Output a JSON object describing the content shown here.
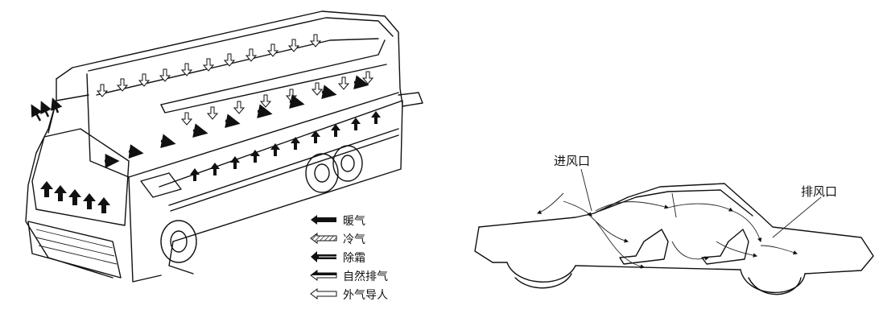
{
  "legend": {
    "items": [
      {
        "label": "暖气",
        "style": "solid"
      },
      {
        "label": "冷气",
        "style": "hatched"
      },
      {
        "label": "除霜",
        "style": "solid-heavy"
      },
      {
        "label": "自然排气",
        "style": "half"
      },
      {
        "label": "外气导人",
        "style": "outline"
      }
    ]
  },
  "car": {
    "intake_label": "进风口",
    "exhaust_label": "排风口"
  }
}
